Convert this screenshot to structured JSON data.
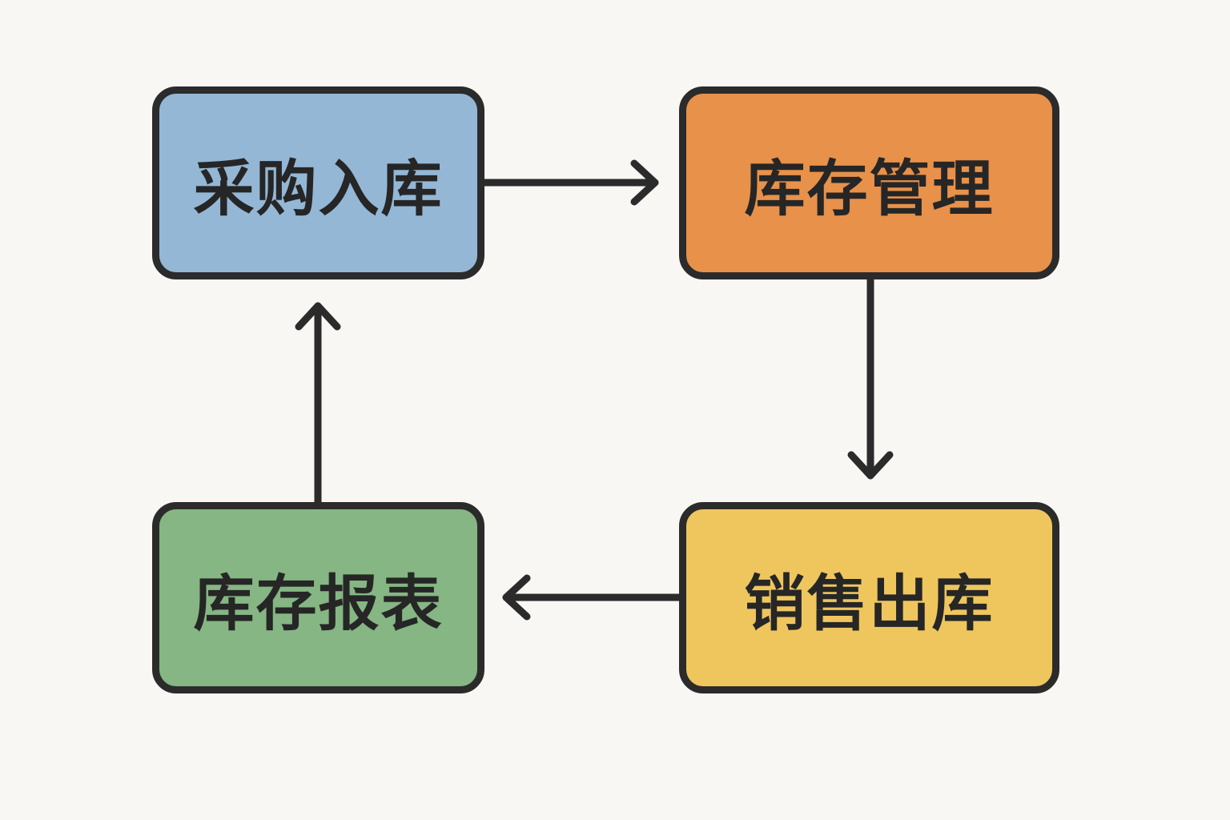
{
  "colors": {
    "background": "#f8f7f4",
    "border": "#2b2b2b",
    "text": "#262626",
    "purchase_fill": "#94b7d6",
    "inventory_fill": "#e8914a",
    "sales_fill": "#efc65e",
    "report_fill": "#85b683"
  },
  "nodes": {
    "purchase": {
      "label": "采购入库"
    },
    "inventory": {
      "label": "库存管理"
    },
    "sales": {
      "label": "销售出库"
    },
    "report": {
      "label": "库存报表"
    }
  },
  "edges": [
    {
      "from": "purchase",
      "to": "inventory"
    },
    {
      "from": "inventory",
      "to": "sales"
    },
    {
      "from": "sales",
      "to": "report"
    },
    {
      "from": "report",
      "to": "purchase"
    }
  ]
}
